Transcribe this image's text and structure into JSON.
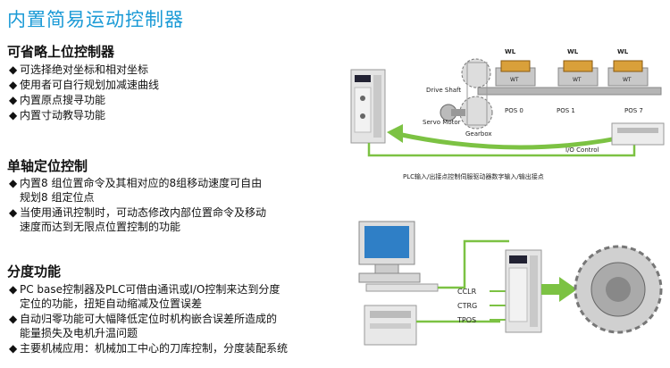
{
  "title": "内置简易运动控制器",
  "sections": [
    {
      "header": "可省略上位控制器",
      "bullets": [
        "可选择绝对坐标和相对坐标",
        "使用者可自行规划加减速曲线",
        "内置原点搜寻功能",
        "内置寸动教导功能"
      ]
    },
    {
      "header": "单轴定位控制",
      "bullets": [
        [
          "内置8 组位置命令及其相对应的8组移动速度可自由",
          "规划8 组定位点"
        ],
        [
          "当使用通讯控制时，可动态修改内部位置命令及移动",
          "速度而达到无限点位置控制的功能"
        ]
      ]
    },
    {
      "header": "分度功能",
      "bullets": [
        [
          "PC base控制器及PLC可借由通讯或I/O控制来达到分度",
          "定位的功能，扭矩自动缩减及位置误差"
        ],
        [
          "自动归零功能可大幅降低定位时机构嵌合误差所造成的",
          "能量损失及电机升温问题"
        ],
        [
          "主要机械应用：机械加工中心的刀库控制，分度装配系统"
        ]
      ]
    }
  ],
  "diagram1": {
    "wl_labels": [
      "WL",
      "WL",
      "WL"
    ],
    "wt_labels": [
      "WT",
      "WT",
      "WT"
    ],
    "drive_shaft": "Drive Shaft",
    "servo_motor": "Servo Motor",
    "gearbox": "Gearbox",
    "pos_labels": [
      "POS 0",
      "POS 1",
      "POS 7"
    ],
    "io_control": "I/O Control",
    "caption": "PLC输入/出接点控制伺服驱动器数字输入/输出接点"
  },
  "diagram2": {
    "signals": [
      "CCLR",
      "CTRG",
      "TPOS"
    ]
  },
  "colors": {
    "title": "#1a9ad6",
    "arrow": "#7cc243",
    "drive": "#e8e8e8"
  }
}
